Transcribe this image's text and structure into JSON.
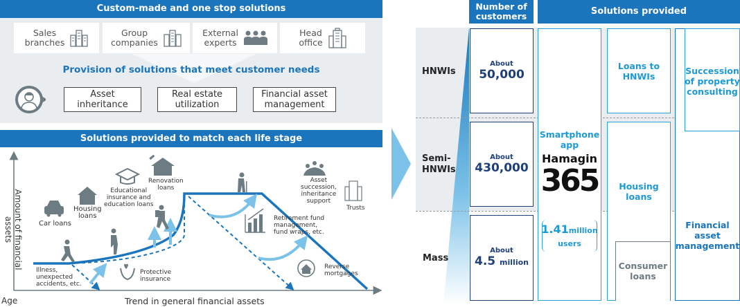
{
  "top_panel": {
    "title": "Custom-made and one stop solutions",
    "sources": [
      {
        "label": "Sales\nbranches",
        "icon": "building-icon"
      },
      {
        "label": "Group\ncompanies",
        "icon": "building-icon"
      },
      {
        "label": "External\nexperts",
        "icon": "people-group-icon"
      },
      {
        "label": "Head\noffice",
        "icon": "tall-building-icon"
      }
    ],
    "provision_text": "Provision of solutions that meet customer needs",
    "needs": [
      "Asset\ninheritance",
      "Real estate\nutilization",
      "Financial asset\nmanagement"
    ]
  },
  "life_stage": {
    "title": "Solutions provided to match each life stage",
    "y_axis_label": "Amount of financial assets",
    "x_axis_label": "Trend in general financial assets",
    "age_label": "Age",
    "labels": {
      "car_loans": "Car loans",
      "housing_loans": "Housing\nloans",
      "education": "Educational\ninsurance and\neducation loans",
      "renovation": "Renovation\nloans",
      "illness": "Illness,\nunexpected\naccidents, etc.",
      "protective": "Protective\ninsurance",
      "asset_succession": "Asset\nsuccession,\ninheritance\nsupport",
      "trusts": "Trusts",
      "retirement": "Retirement fund\nmanagement,\nfund wraps, etc.",
      "reverse_mortgages": "Reverse\nmortgages"
    }
  },
  "right_panel": {
    "customers_header": "Number of\ncustomers",
    "solutions_header": "Solutions provided",
    "segments": [
      {
        "name": "HNWIs",
        "about": "About",
        "count": "50,000",
        "unit": ""
      },
      {
        "name": "Semi-\nHNWIs",
        "about": "About",
        "count": "430,000",
        "unit": ""
      },
      {
        "name": "Mass",
        "about": "About",
        "count": "4.5",
        "unit": "million"
      }
    ],
    "app": {
      "label": "Smartphone\napp",
      "name": "Hamagin",
      "number": "365",
      "users_value": "1.41",
      "users_unit": "million",
      "users_label": "users"
    },
    "solutions": {
      "loans_hnwi": "Loans to\nHNWIs",
      "succession": "Succession\nof property\nconsulting",
      "housing_loans": "Housing\nloans",
      "consumer_loans": "Consumer\nloans",
      "financial_asset_mgmt": "Financial\nasset\nmanagement"
    }
  },
  "colors": {
    "brand_blue": "#1b75bc",
    "light_blue": "#29a3dc",
    "navy": "#1f3f7a",
    "panel_gray": "#e9edf0",
    "icon_gray": "#6d7b83"
  }
}
